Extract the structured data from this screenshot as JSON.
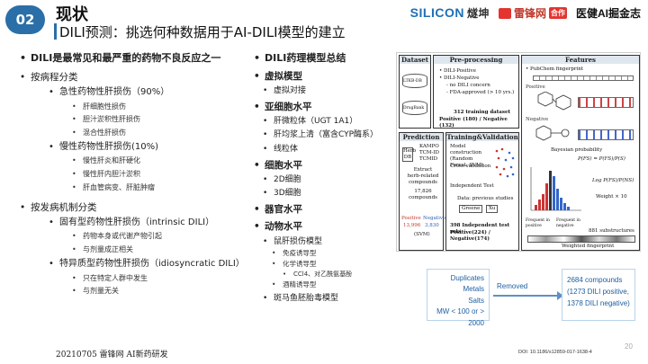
{
  "header": {
    "section_number": "02",
    "title": "现状",
    "subtitle": "DILI预测：挑选何种数据用于AI-DILI模型的建立",
    "logos": {
      "silicon": "SILICON",
      "silicon_cn": "燧坤",
      "leifeng": "雷锋网",
      "leifeng_tag": "合作",
      "health": "医健AI掘金志"
    }
  },
  "left": {
    "main": "DILI是最常见和最严重的药物不良反应之一",
    "by_course": "按病程分类",
    "acute": "急性药物性肝损伤（90%）",
    "acute_items": [
      "肝细胞性损伤",
      "胆汁淤积性肝损伤",
      "混合性肝损伤"
    ],
    "chronic": "慢性药物性肝损伤(10%)",
    "chronic_items": [
      "慢性肝炎和肝硬化",
      "慢性肝内胆汁淤积",
      "肝血管病变、肝脏肿瘤"
    ],
    "by_mechanism": "按发病机制分类",
    "intrinsic": "固有型药物性肝损伤（intrinsic DILI）",
    "intrinsic_items": [
      "药物本身或代谢产物引起",
      "与剂量成正相关"
    ],
    "idiosyncratic": "特异质型药物性肝损伤（idiosyncratic DILI）",
    "idiosyncratic_items": [
      "只在特定人群中发生",
      "与剂量无关"
    ]
  },
  "middle": {
    "heading": "DILI药理模型总结",
    "virtual": "虚拟模型",
    "virtual_items": [
      "虚拟对接"
    ],
    "subcellular": "亚细胞水平",
    "subcellular_items": [
      "肝微粒体（UGT 1A1）",
      "肝均浆上清（富含CYP酶系）",
      "线粒体"
    ],
    "cellular": "细胞水平",
    "cellular_items": [
      "2D细胞",
      "3D细胞"
    ],
    "organ": "器官水平",
    "animal": "动物水平",
    "animal_items": [
      "鼠肝损伤模型"
    ],
    "mouse_sub": [
      "免疫诱导型",
      "化学诱导型"
    ],
    "chem_sub": "CCl4、对乙酰氨基酚",
    "mouse_sub2": "酒精诱导型",
    "zebrafish": "斑马鱼胚胎毒模型"
  },
  "figure": {
    "dataset": "Dataset",
    "db1": "LTKB-DB",
    "db2": "DrugBank",
    "preprocessing": "Pre-processing",
    "pre_lines": [
      "• DILI-Positive",
      "• DILI-Negative",
      "- no DILI concern",
      "- FDA-approved (> 10 yrs.)"
    ],
    "pre_total": "312 training dataset",
    "pre_split": "Positive (180) / Negative (132)",
    "features": "Features",
    "pubchem": "• PubChem fingerprint",
    "positive": "Positive",
    "negative": "Negative",
    "bayes": "Bayesian probability",
    "prob_formula": "P(FS) = P(FS)/P(S)",
    "log_formula": "Log P(FS)/P(NS)",
    "weight": "Weight × 10",
    "freq_pos": "Frequent in positive",
    "freq_neg": "Frequent in negative",
    "substructures": "881 substructures",
    "weighted": "Weighted fingerprint",
    "prediction": "Prediction",
    "herb": "Herb DB",
    "herb_list": [
      "KAMPO",
      "TCM-ID",
      "TCMID"
    ],
    "extract": "Extract herb-related compounds",
    "compounds_n": "17,826 compounds",
    "pred_pos": "Positive",
    "pred_neg": "Negative",
    "pred_pos_n": "13,996",
    "pred_neg_n": "3,830",
    "svm": "(SVM)",
    "training": "Training&Validation",
    "model_construction": "Model construction (Random Forest, SVM)",
    "cross_validation": "Cross-validation",
    "independent": "Independent Test",
    "data_prev": "Data: previous studies",
    "greene": "Greene",
    "xu": "Xu",
    "ind_sets": "398 Independent test sets",
    "ind_split": "Positive(224) / Negative(174)"
  },
  "strip": {
    "filters": [
      "Duplicates",
      "Metals",
      "Salts",
      "MW < 100 or > 2000"
    ],
    "removed": "Removed",
    "compounds": "2684 compounds",
    "compounds_detail": "(1273 DILI positive, 1378 DILI negative)"
  },
  "footer": {
    "text": "20210705 雷锋网 AI新药研发",
    "doi": "DOI: 10.1186/s12859-017-1638-4",
    "page": "20"
  }
}
